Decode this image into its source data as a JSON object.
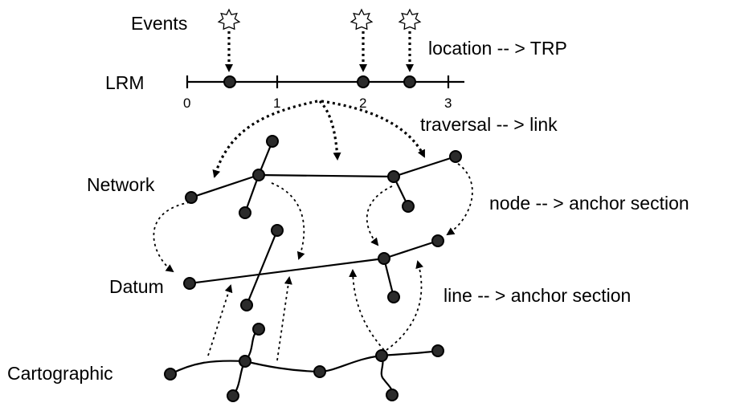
{
  "layers": {
    "events": "Events",
    "lrm": "LRM",
    "network": "Network",
    "datum": "Datum",
    "cartographic": "Cartographic"
  },
  "mappings": {
    "location": "location -- > TRP",
    "traversal": "traversal -- > link",
    "node": "node -- > anchor section",
    "line": "line -- > anchor section"
  },
  "lrm_ticks": [
    "0",
    "1",
    "2",
    "3"
  ],
  "colors": {
    "stroke": "#000000",
    "node_fill": "#2b2b2b"
  }
}
